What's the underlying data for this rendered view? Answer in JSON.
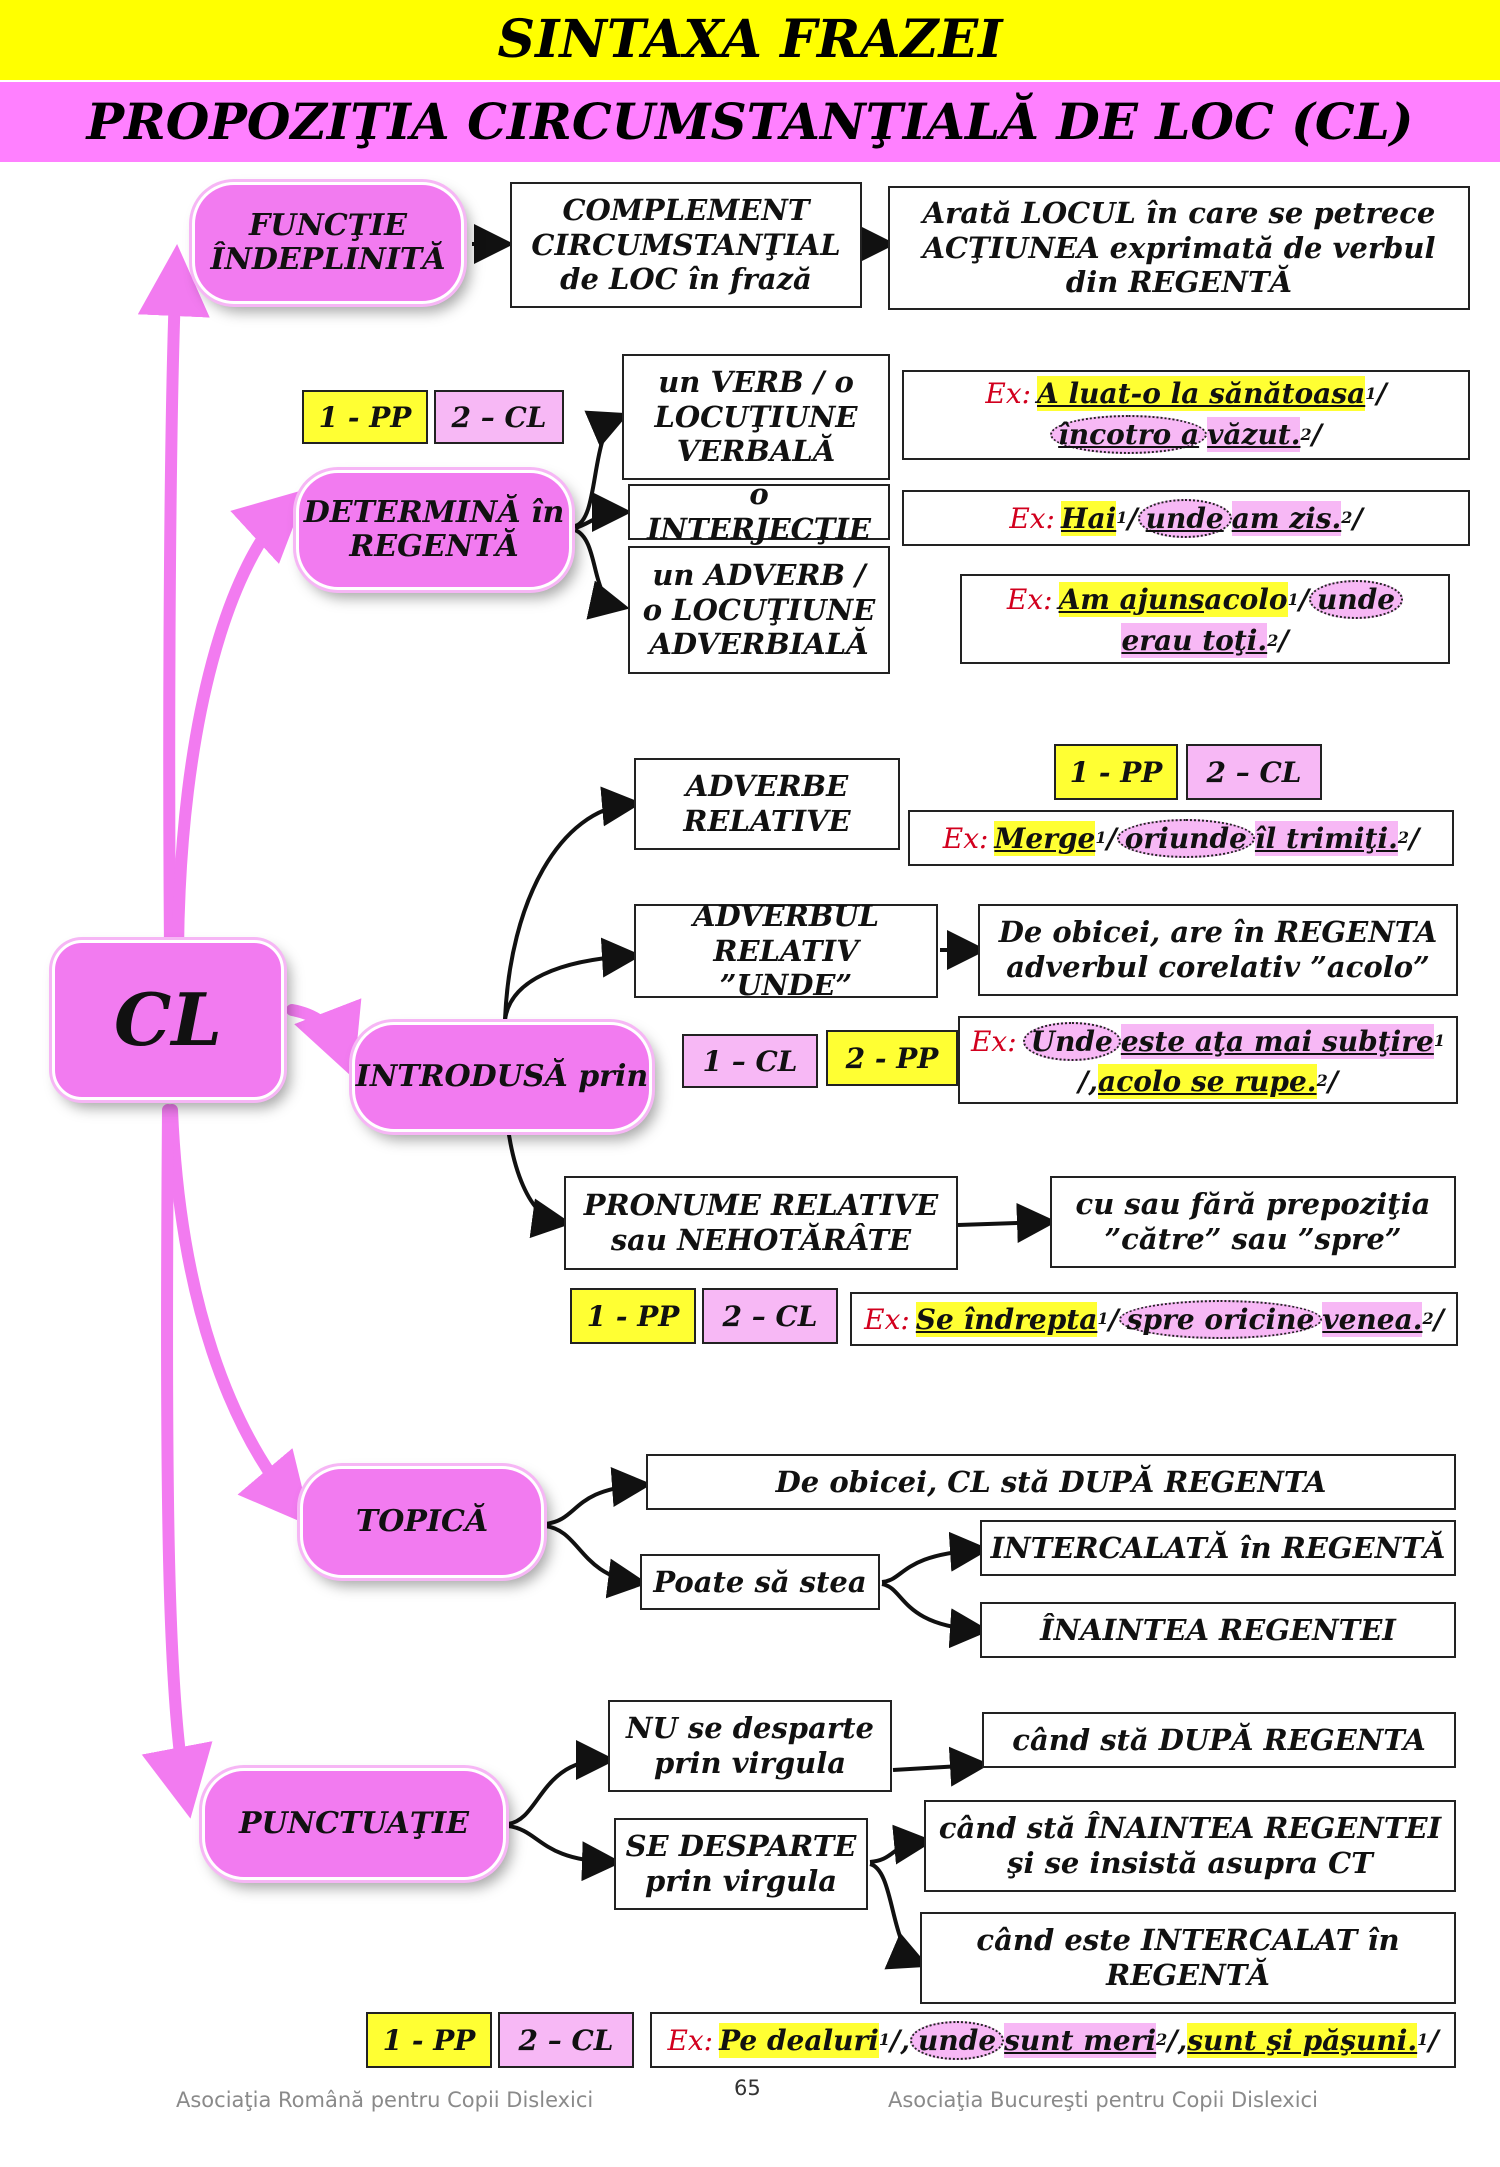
{
  "header": {
    "title": "SINTAXA FRAZEI",
    "subtitle": "PROPOZIŢIA CIRCUMSTANŢIALĂ DE LOC (CL)"
  },
  "center": {
    "label": "CL"
  },
  "pills": {
    "functie": "FUNCŢIE ÎNDEPLINITĂ",
    "determina": "DETERMINĂ în REGENTĂ",
    "introdusa": "INTRODUSĂ prin",
    "topica": "TOPICĂ",
    "punctuatie": "PUNCTUAŢIE"
  },
  "functie": {
    "box1": "COMPLEMENT CIRCUMSTANŢIAL de LOC în frază",
    "box2": "Arată LOCUL în care se petrece ACŢIUNEA exprimată de verbul din REGENTĂ"
  },
  "determina": {
    "tags": [
      "1 - PP",
      "2 – CL"
    ],
    "items": [
      "un VERB / o LOCUŢIUNE VERBALĂ",
      "o INTERJECŢIE",
      "un ADVERB / o LOCUŢIUNE ADVERBIALĂ"
    ],
    "ex_label": "Ex:",
    "ex1": [
      "A luat-o la sănătoasa",
      "1",
      "/",
      "încotro a",
      "văzut.",
      "2",
      "/"
    ],
    "ex2": [
      "Hai",
      "1",
      "/",
      "unde",
      "am zis.",
      "2",
      "/"
    ],
    "ex3": [
      "Am ajuns",
      "acolo",
      "1",
      "/",
      "unde",
      "erau toţi.",
      "2",
      "/"
    ]
  },
  "introdusa": {
    "adverbe_relative": "ADVERBE RELATIVE",
    "tags1": [
      "1 - PP",
      "2 – CL"
    ],
    "ex1": [
      "Merge",
      "1",
      "/",
      "oriunde",
      "îl trimiţi.",
      "2",
      "/"
    ],
    "adverbul_unde": "ADVERBUL RELATIV ”UNDE”",
    "unde_note": "De obicei, are în REGENTA adverbul corelativ ”acolo”",
    "tags2": [
      "1 – CL",
      "2 - PP"
    ],
    "ex2": [
      "Unde",
      "este aţa mai subţire",
      "1",
      "/,",
      "acolo se rupe.",
      "2",
      "/"
    ],
    "pronume": "PRONUME RELATIVE sau NEHOTĂRÂTE",
    "pronume_note": "cu sau fără prepoziţia ”către” sau ”spre”",
    "tags3": [
      "1 - PP",
      "2 – CL"
    ],
    "ex3": [
      "Se îndrepta",
      "1",
      "/",
      "spre oricine",
      "venea.",
      "2",
      "/"
    ]
  },
  "topica": {
    "dupa": "De obicei, CL stă DUPĂ REGENTA",
    "poate": "Poate să stea",
    "intercalata": "INTERCALATĂ în REGENTĂ",
    "inaintea": "ÎNAINTEA REGENTEI"
  },
  "punctuatie": {
    "nu": "NU se desparte prin virgula",
    "nu_cand": "când stă DUPĂ REGENTA",
    "se": "SE DESPARTE prin virgula",
    "se_cand1": "când stă ÎNAINTEA REGENTEI şi se insistă asupra CT",
    "se_cand2": "când este INTERCALAT în REGENTĂ",
    "tags": [
      "1 - PP",
      "2 – CL"
    ],
    "ex": [
      "Pe dealuri",
      "1",
      "/,",
      "unde",
      "sunt meri",
      "2",
      "/,",
      "sunt şi păşuni.",
      "1",
      "/"
    ]
  },
  "footer": {
    "left": "Asociaţia Română pentru Copii Dislexici",
    "page": "65",
    "right": "Asociaţia Bucureşti pentru Copii Dislexici"
  },
  "colors": {
    "yellow": "#ffff00",
    "magenta": "#ff80ff",
    "pill": "#f27bf0",
    "red_label": "#d2001e"
  }
}
